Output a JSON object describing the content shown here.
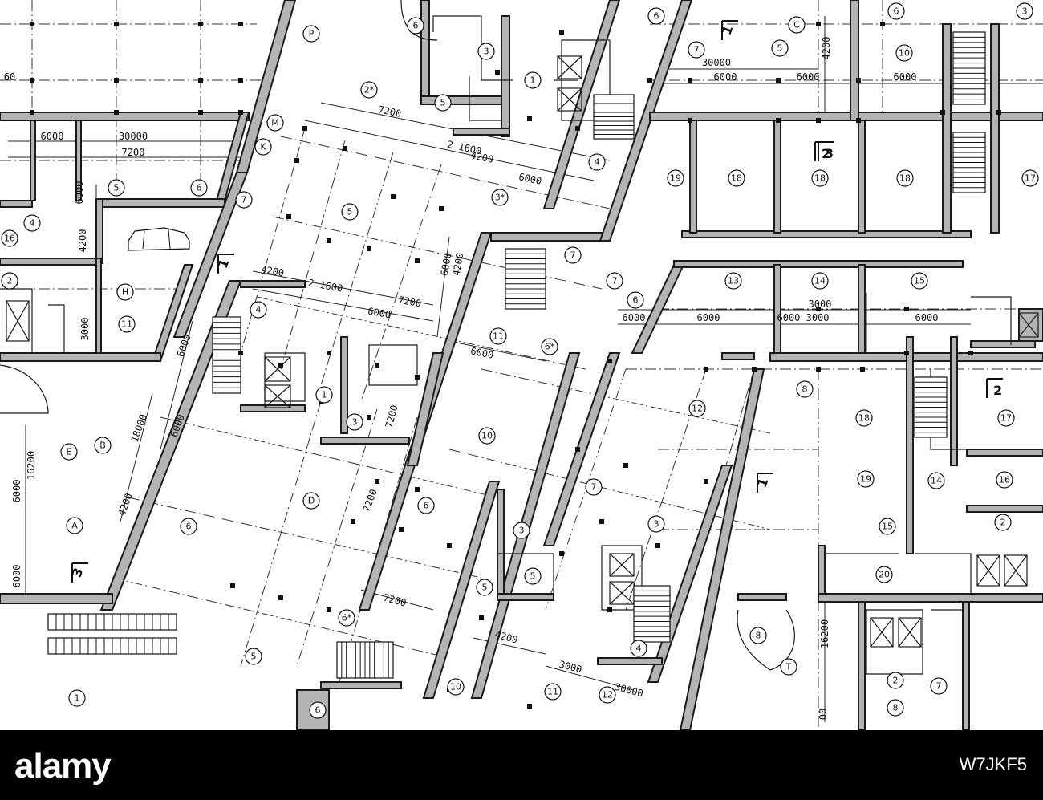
{
  "footer": {
    "watermark": "alamy",
    "image_code": "W7JKF5"
  },
  "circle_labels": [
    "P",
    "6",
    "3",
    "5",
    "1",
    "2*",
    "M",
    "K",
    "5",
    "6",
    "7",
    "4",
    "16",
    "2",
    "H",
    "11",
    "3*",
    "5",
    "7",
    "7",
    "6",
    "11",
    "6*",
    "4",
    "1",
    "3",
    "10",
    "E",
    "B",
    "A",
    "D",
    "6",
    "6",
    "5",
    "1",
    "6",
    "7",
    "3",
    "3",
    "5",
    "5",
    "6*",
    "4",
    "10",
    "11",
    "12",
    "12",
    "8",
    "8",
    "18",
    "19",
    "14",
    "15",
    "16",
    "2",
    "17",
    "20",
    "2",
    "7",
    "8",
    "T",
    "19",
    "18",
    "18",
    "18",
    "17",
    "13",
    "14",
    "15",
    "6",
    "10",
    "5",
    "C",
    "6",
    "7",
    "2",
    "4",
    "3"
  ],
  "dimension_labels": [
    "30000",
    "6000",
    "6000",
    "6000",
    "6000",
    "30000",
    "7200",
    "7200",
    "2 1600",
    "4200",
    "6000",
    "6000",
    "4200",
    "3000",
    "4200",
    "2 1600",
    "7200",
    "6000",
    "6000",
    "4200",
    "6000",
    "6000",
    "6000",
    "18000",
    "16200",
    "6000",
    "4200",
    "6000",
    "7200",
    "7200",
    "7200",
    "4200",
    "3000",
    "30000",
    "3000",
    "6000",
    "6000",
    "6000 3000",
    "6000",
    "4200",
    "16200",
    "00",
    "60"
  ],
  "section_marks": [
    "1",
    "1",
    "1",
    "2",
    "2",
    "3",
    "3"
  ]
}
